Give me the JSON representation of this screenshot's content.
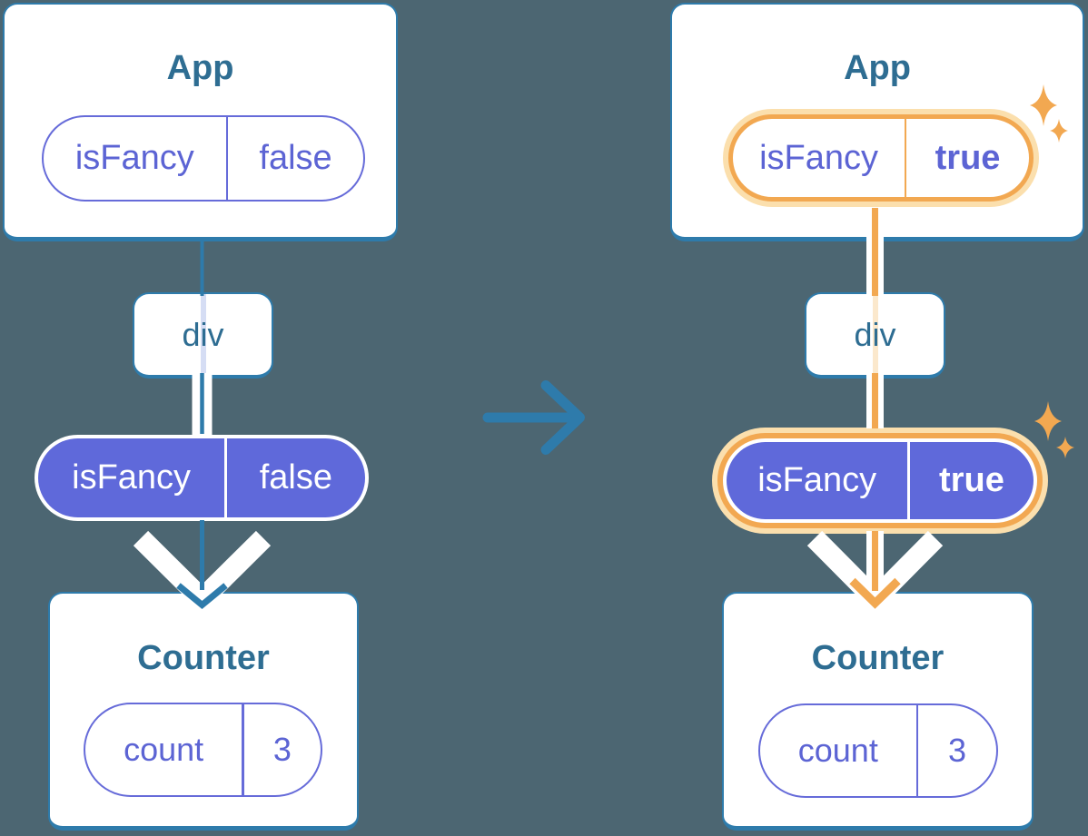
{
  "colors": {
    "bg": "#4C6672",
    "edge": "#2E7BAB",
    "title": "#2E6D92",
    "purple": "#5F69DA",
    "purple_text": "#5C64D4",
    "purple_border": "#666BD9",
    "orange": "#F2A851",
    "orange_glow": "#FBDFAD",
    "trace_lavender": "#D5DDF4",
    "trace_peach": "#FBE8CC"
  },
  "left": {
    "app": {
      "title": "App",
      "pill": {
        "name": "isFancy",
        "value": "false"
      }
    },
    "middle": {
      "label": "div"
    },
    "prop": {
      "name": "isFancy",
      "value": "false"
    },
    "counter": {
      "title": "Counter",
      "pill": {
        "name": "count",
        "value": "3"
      }
    }
  },
  "right": {
    "app": {
      "title": "App",
      "pill": {
        "name": "isFancy",
        "value": "true"
      }
    },
    "middle": {
      "label": "div"
    },
    "prop": {
      "name": "isFancy",
      "value": "true"
    },
    "counter": {
      "title": "Counter",
      "pill": {
        "name": "count",
        "value": "3"
      }
    }
  }
}
